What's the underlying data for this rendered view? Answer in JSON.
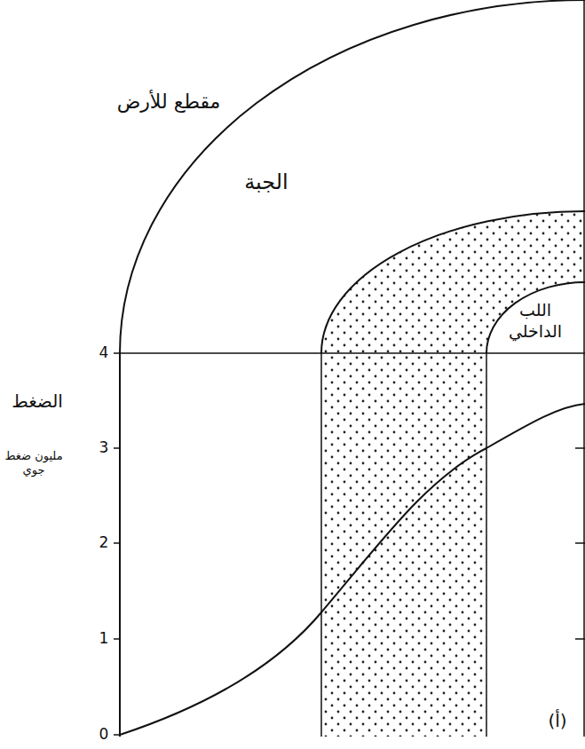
{
  "diagram": {
    "labels": [
      "مقطع للأرض",
      "الجبة",
      "اللب الداخلي",
      "الضغط",
      "مليون ضغط جوي",
      "4",
      "3",
      "2",
      "1",
      "0",
      "(أ)"
    ]
  }
}
